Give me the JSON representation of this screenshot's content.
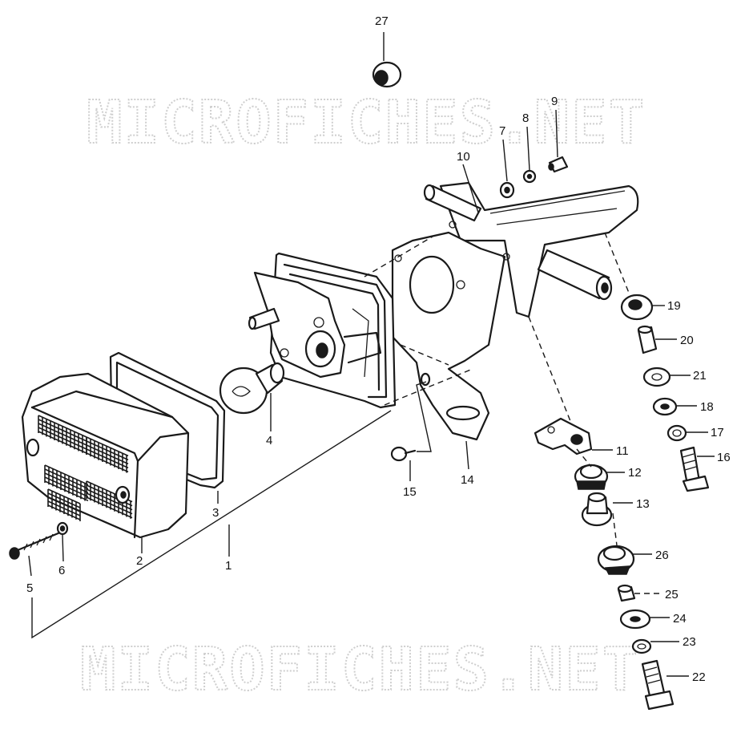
{
  "watermark": "MICROFICHES.NET",
  "callouts": {
    "n1": "1",
    "n2": "2",
    "n3": "3",
    "n4": "4",
    "n5": "5",
    "n6": "6",
    "n7": "7",
    "n8": "8",
    "n9": "9",
    "n10": "10",
    "n11": "11",
    "n12": "12",
    "n13": "13",
    "n14": "14",
    "n15": "15",
    "n16": "16",
    "n17": "17",
    "n18": "18",
    "n19": "19",
    "n20": "20",
    "n21": "21",
    "n22": "22",
    "n23": "23",
    "n24": "24",
    "n25": "25",
    "n26": "26",
    "n27": "27"
  }
}
